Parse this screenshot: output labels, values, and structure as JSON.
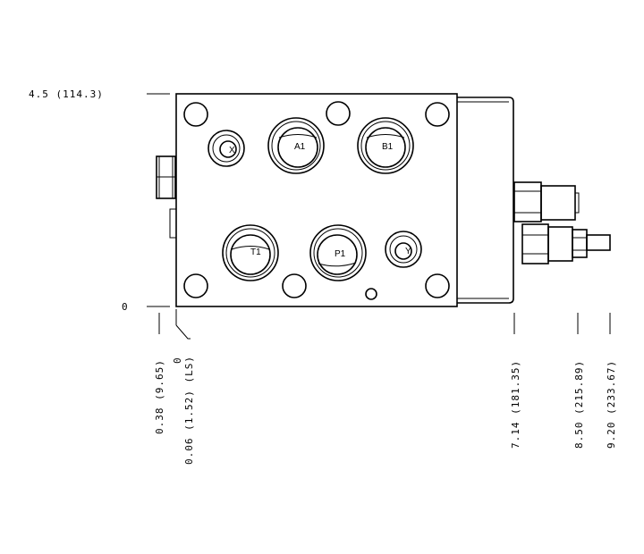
{
  "dimensions": {
    "top": "4.5 (114.3)",
    "zero": "0",
    "d1": "0.38 (9.65)",
    "d2_zero": "0",
    "d2": "0.06 (1.52) (LS)",
    "d3": "7.14 (181.35)",
    "d4": "8.50 (215.89)",
    "d5": "9.20 (233.67)"
  },
  "ports": {
    "x": "X",
    "a1": "A1",
    "b1": "B1",
    "t1": "T1",
    "p1": "P1",
    "y": "Y"
  }
}
